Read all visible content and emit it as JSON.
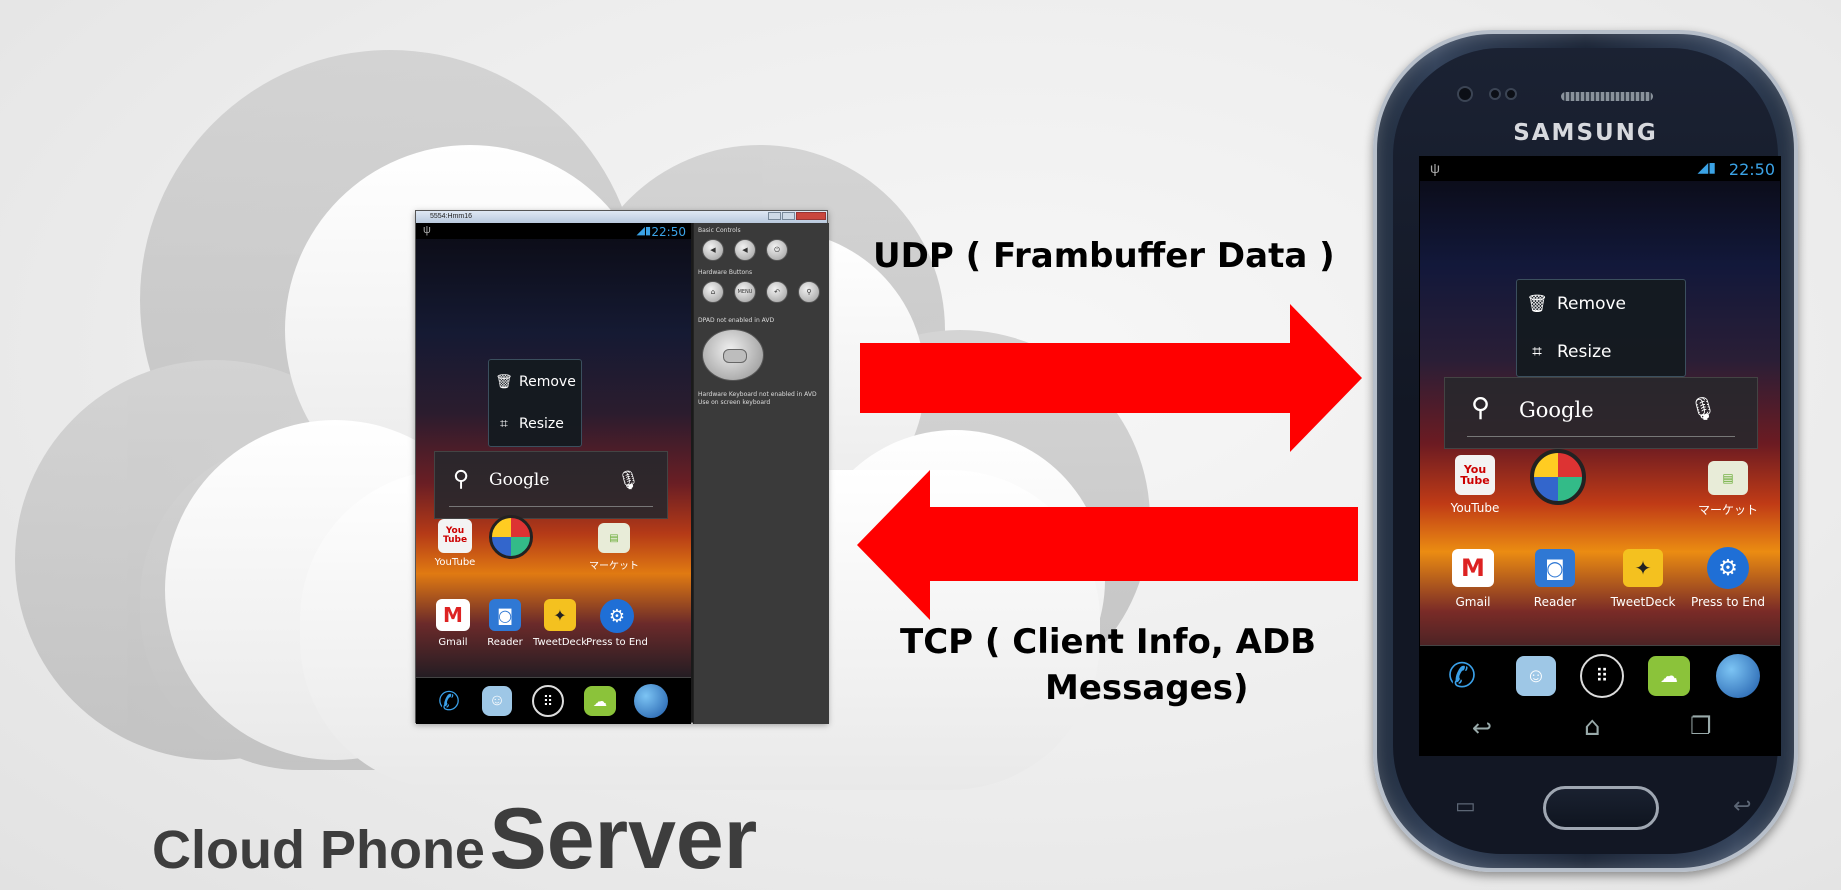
{
  "diagram": {
    "udp_label": "UDP ( Frambuffer Data )",
    "tcp_label_line1": "TCP ( Client Info, ADB",
    "tcp_label_line2": "Messages)",
    "arrow_color": "#ff0000",
    "title_small": "Cloud Phone",
    "title_big": "Server"
  },
  "emulator": {
    "window_title": "5554:Hmm16",
    "time": "22:50",
    "panel": {
      "basic_controls": "Basic Controls",
      "hardware_buttons": "Hardware Buttons",
      "dpad_note": "DPAD not enabled in AVD",
      "keyboard_note_1": "Hardware Keyboard not enabled in AVD",
      "keyboard_note_2": "Use on screen keyboard",
      "menu_label": "MENU"
    }
  },
  "android_screen": {
    "popup_remove": "Remove",
    "popup_resize": "Resize",
    "search_text": "Google",
    "apps_row1": [
      "YouTube",
      "",
      "マーケット"
    ],
    "apps_row2": [
      "Gmail",
      "Reader",
      "TweetDeck",
      "Press to End"
    ],
    "youtube_icon_text": "You Tube"
  },
  "phone": {
    "brand": "SAMSUNG",
    "time": "22:50"
  }
}
